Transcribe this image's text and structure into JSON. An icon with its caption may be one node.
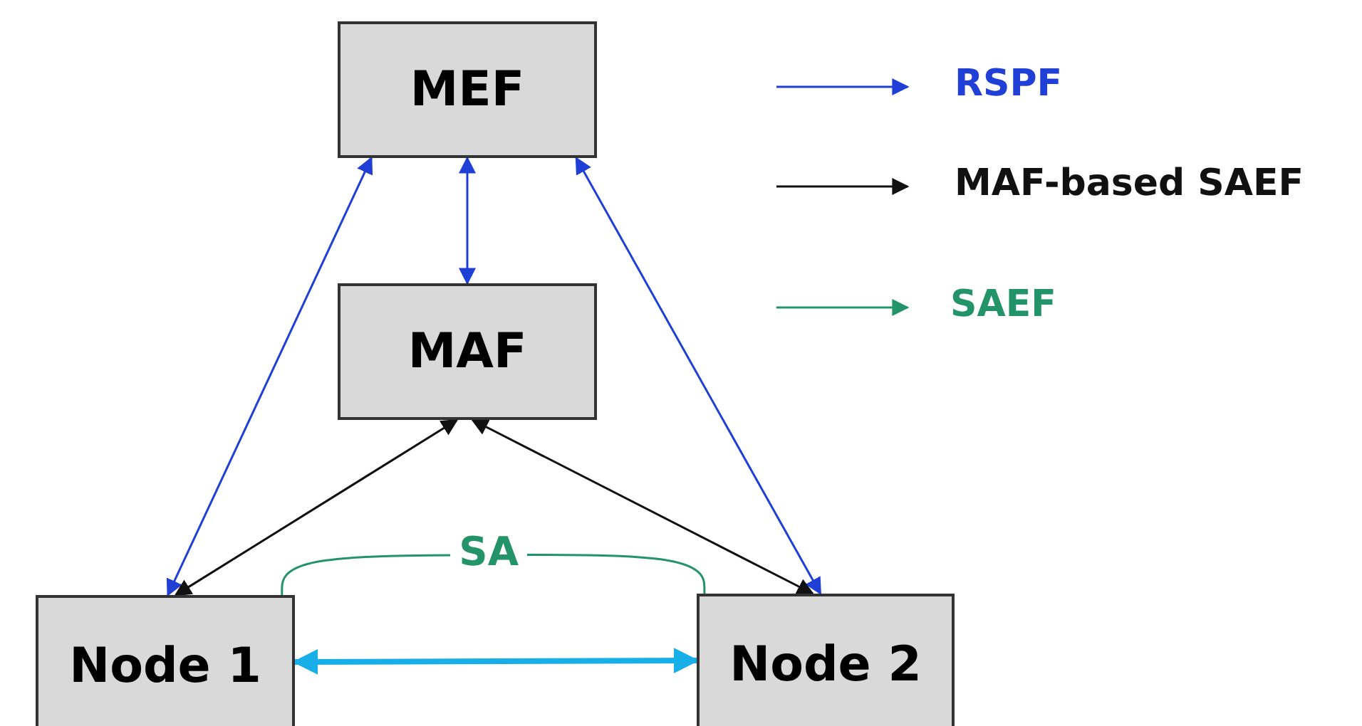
{
  "diagram": {
    "nodes": [
      {
        "text": [
          "MEF"
        ]
      },
      {
        "text": [
          "MAF"
        ]
      },
      {
        "text": [
          "Node 1"
        ]
      },
      {
        "text": [
          "Node 2"
        ]
      }
    ],
    "edges": [
      {
        "from": 0,
        "to": 2,
        "arrow": "both"
      },
      {
        "from": 0,
        "to": 1,
        "arrow": "both"
      },
      {
        "from": 0,
        "to": 3,
        "arrow": "both"
      },
      {
        "from": 2,
        "to": 1,
        "arrow": "both",
        "color": "#111111"
      },
      {
        "from": 3,
        "to": 1,
        "arrow": "both",
        "color": "#111111"
      },
      {
        "from": 2,
        "to": 3,
        "arrow": "both",
        "style": "thick",
        "color": "#18aee8"
      },
      {
        "from": 2,
        "to": 3,
        "arrow": "none",
        "label": "SA",
        "color": "#23936a"
      }
    ],
    "legend": [
      {
        "text": "RSPF"
      },
      {
        "text": "MAF-based SAEF"
      },
      {
        "text": "SAEF"
      }
    ]
  }
}
